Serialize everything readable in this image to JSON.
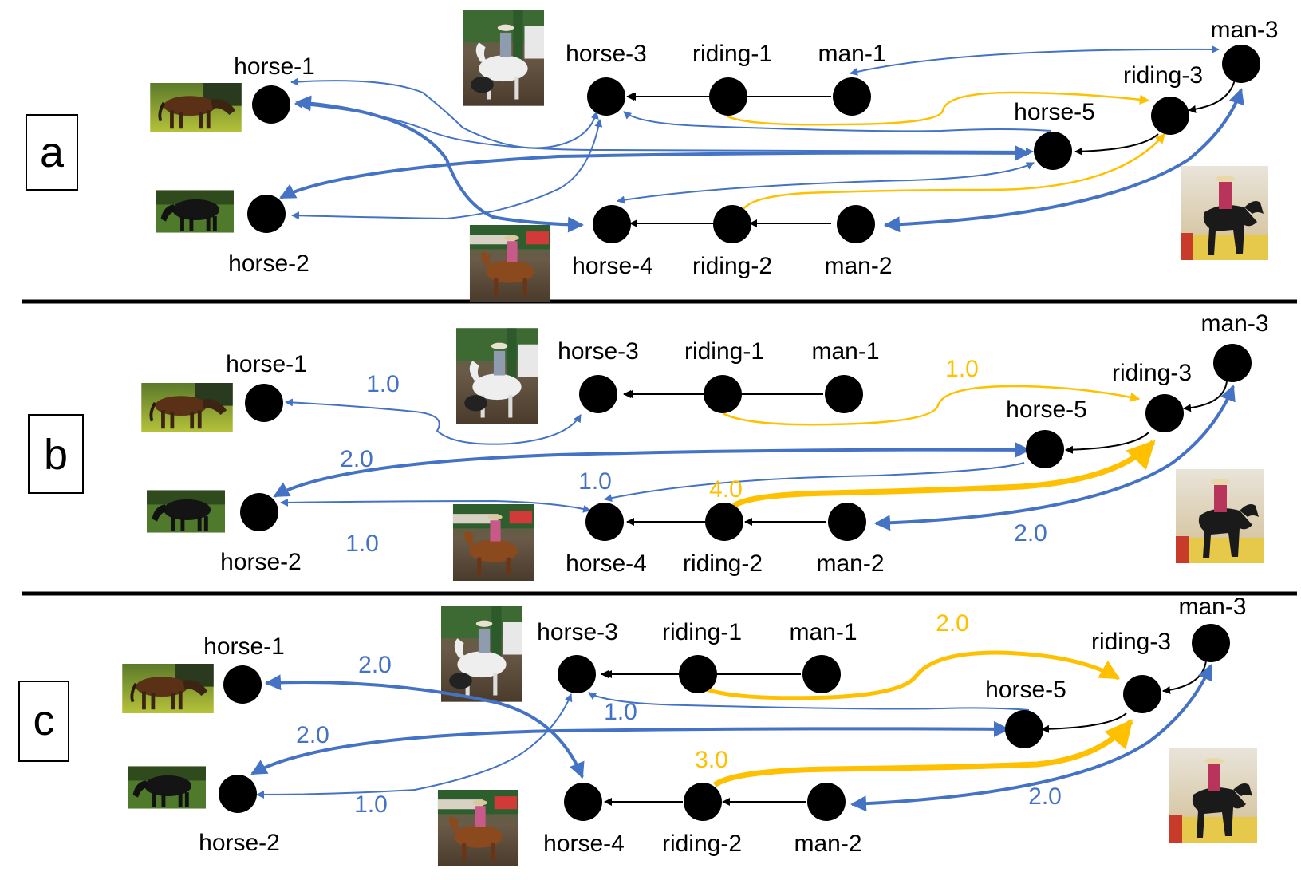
{
  "colors": {
    "blue": "#4472c4",
    "yellow": "#ffc000",
    "black": "#000000"
  },
  "panels": [
    {
      "letter": "a",
      "nodes": {
        "horse1": "horse-1",
        "horse2": "horse-2",
        "horse3": "horse-3",
        "horse4": "horse-4",
        "horse5": "horse-5",
        "riding1": "riding-1",
        "riding2": "riding-2",
        "riding3": "riding-3",
        "man1": "man-1",
        "man2": "man-2",
        "man3": "man-3"
      },
      "weights": []
    },
    {
      "letter": "b",
      "nodes": {
        "horse1": "horse-1",
        "horse2": "horse-2",
        "horse3": "horse-3",
        "horse4": "horse-4",
        "horse5": "horse-5",
        "riding1": "riding-1",
        "riding2": "riding-2",
        "riding3": "riding-3",
        "man1": "man-1",
        "man2": "man-2",
        "man3": "man-3"
      },
      "weights": [
        "1.0",
        "1.0",
        "2.0",
        "1.0",
        "4.0",
        "1.0",
        "2.0"
      ]
    },
    {
      "letter": "c",
      "nodes": {
        "horse1": "horse-1",
        "horse2": "horse-2",
        "horse3": "horse-3",
        "horse4": "horse-4",
        "horse5": "horse-5",
        "riding1": "riding-1",
        "riding2": "riding-2",
        "riding3": "riding-3",
        "man1": "man-1",
        "man2": "man-2",
        "man3": "man-3"
      },
      "weights": [
        "2.0",
        "2.0",
        "1.0",
        "2.0",
        "1.0",
        "3.0",
        "2.0"
      ]
    }
  ]
}
